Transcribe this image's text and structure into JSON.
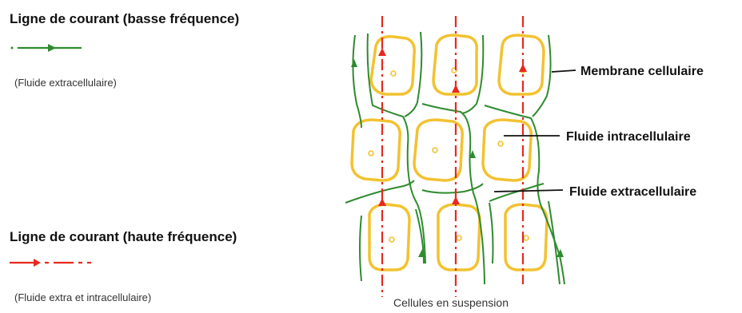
{
  "legend": {
    "low_frequency": {
      "title": "Ligne de courant (basse fréquence)",
      "note": "(Fluide extracellulaire)"
    },
    "high_frequency": {
      "title": "Ligne de courant (haute fréquence)",
      "note": "(Fluide extra et intracellulaire)"
    }
  },
  "labels": {
    "membrane": "Membrane cellulaire",
    "intracellular": "Fluide intracellulaire",
    "extracellular": "Fluide extracellulaire",
    "caption": "Cellules en suspension"
  },
  "colors": {
    "low_frequency_line": "#2e8b2e",
    "high_frequency_line": "#e8281e",
    "cell_membrane": "#f2c230",
    "text": "#111111"
  }
}
